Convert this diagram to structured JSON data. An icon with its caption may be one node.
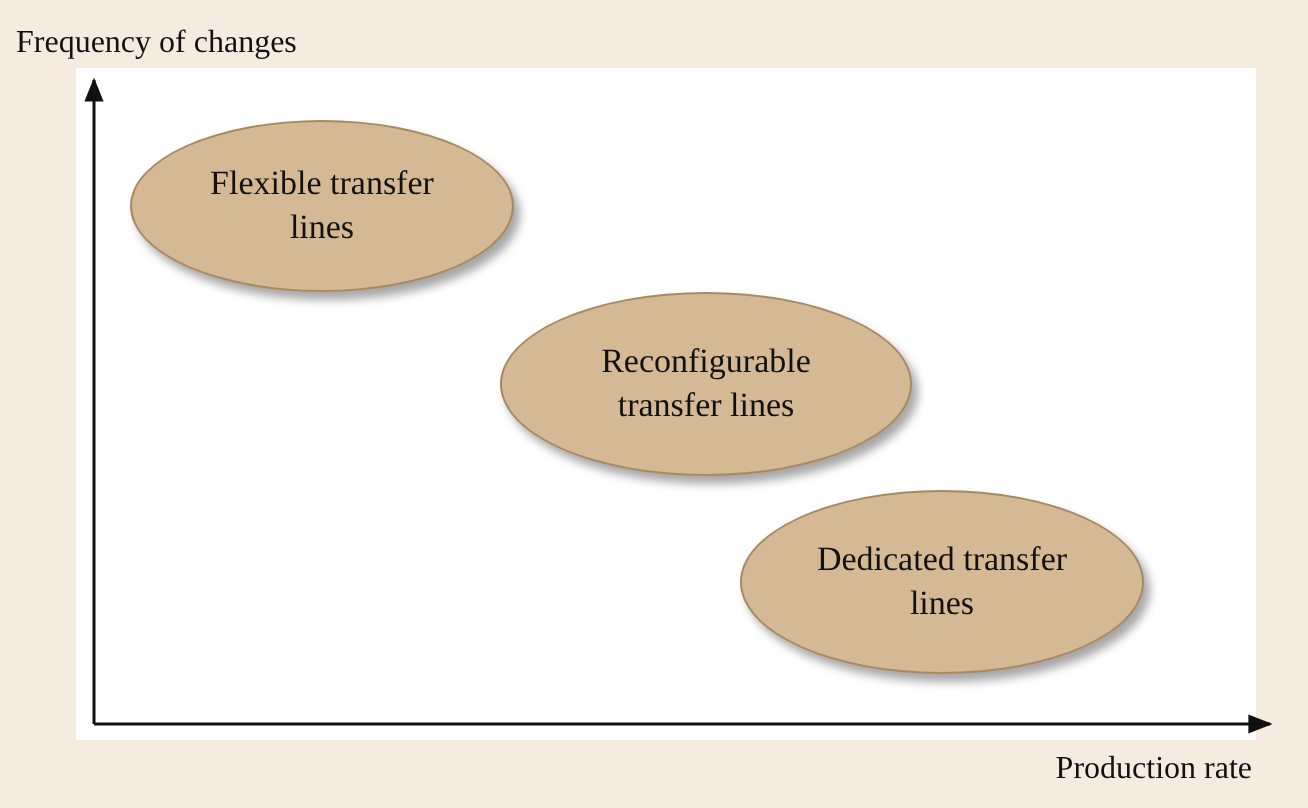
{
  "diagram": {
    "nodes": [
      {
        "text": [
          "Flexible transfer lines"
        ]
      },
      {
        "text": [
          "Reconfigurable transfer lines"
        ]
      },
      {
        "text": [
          "Dedicated transfer lines"
        ]
      }
    ],
    "labels": [
      "Frequency of changes",
      "Production rate"
    ]
  }
}
